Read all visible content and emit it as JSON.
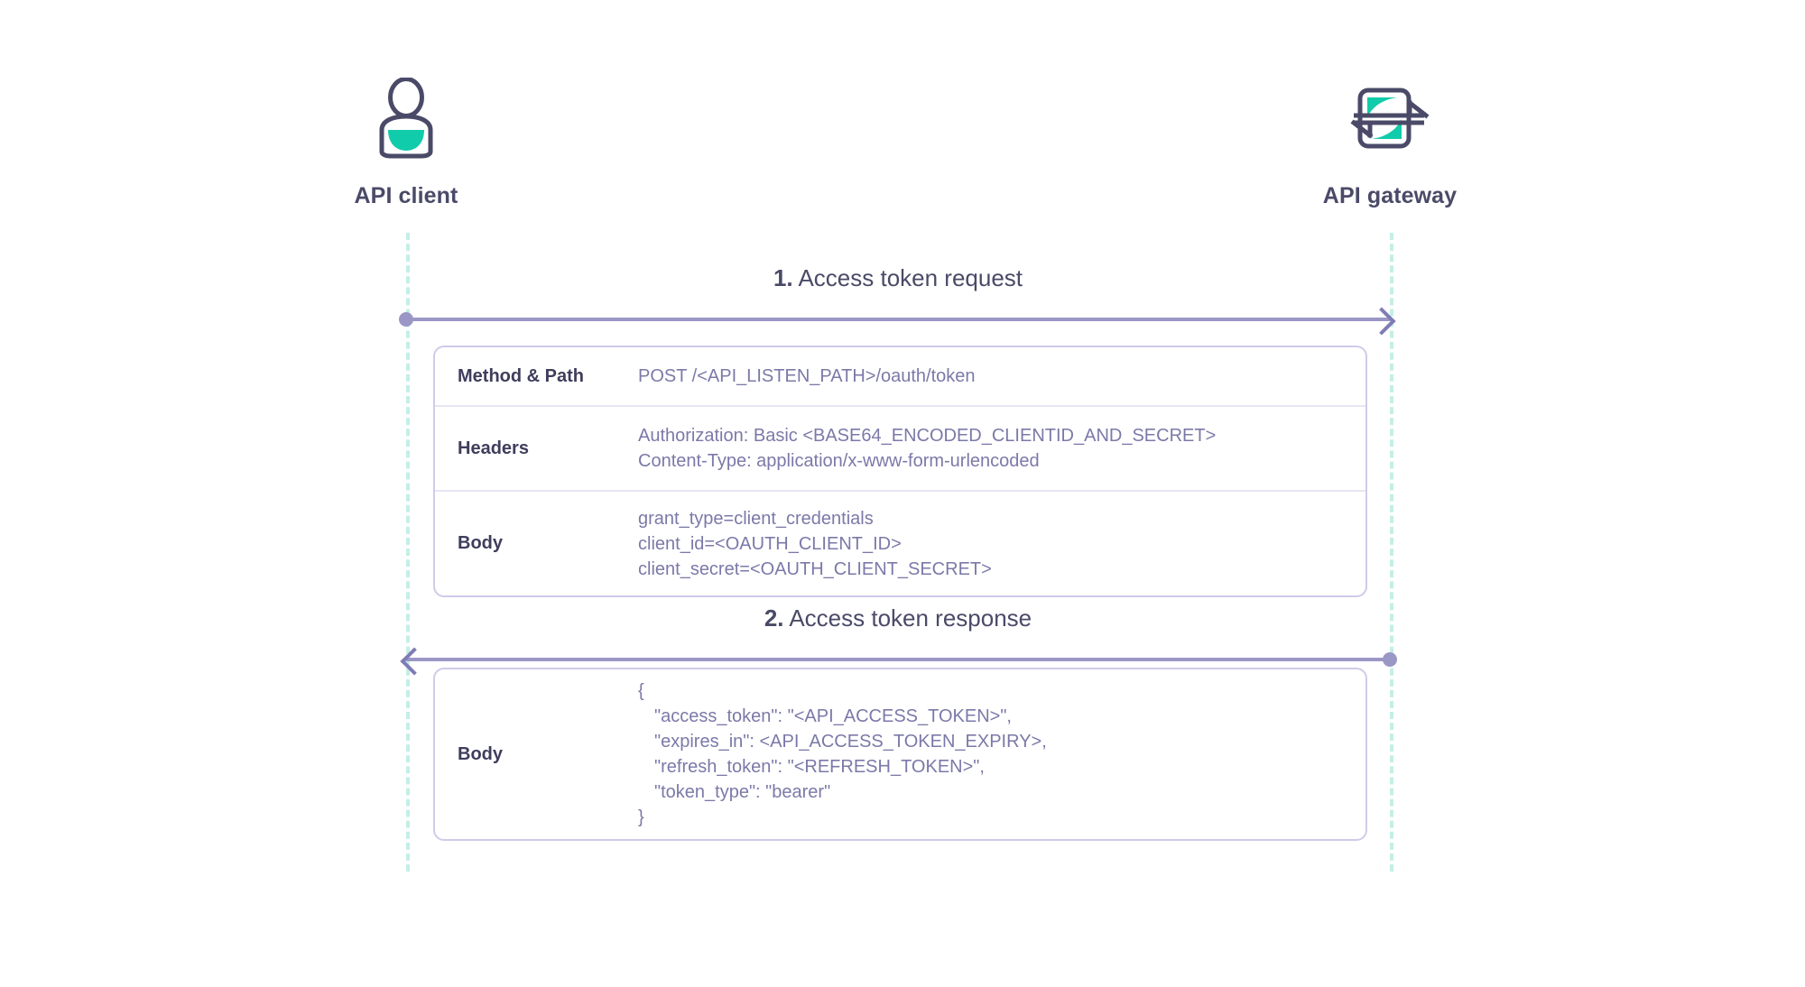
{
  "actors": [
    {
      "id": "api-client",
      "label": "API client",
      "icon": "user-icon"
    },
    {
      "id": "api-gateway",
      "label": "API gateway",
      "icon": "gateway-icon"
    }
  ],
  "colors": {
    "teal": "#11ccaa",
    "navy": "#4a4a68",
    "purple_line": "#9a97c6",
    "lifeline": "#c4efe6",
    "table_border": "#cfcbe8",
    "value_text": "#7b79a8"
  },
  "steps": [
    {
      "number": "1.",
      "title": "Access token request",
      "direction": "client-to-gateway",
      "rows": [
        {
          "key": "Method & Path",
          "lines": [
            "POST /<API_LISTEN_PATH>/oauth/token"
          ]
        },
        {
          "key": "Headers",
          "lines": [
            "Authorization: Basic <BASE64_ENCODED_CLIENTID_AND_SECRET>",
            "Content-Type: application/x-www-form-urlencoded"
          ]
        },
        {
          "key": "Body",
          "lines": [
            "grant_type=client_credentials",
            "client_id=<OAUTH_CLIENT_ID>",
            "client_secret=<OAUTH_CLIENT_SECRET>"
          ]
        }
      ]
    },
    {
      "number": "2.",
      "title": "Access token response",
      "direction": "gateway-to-client",
      "rows": [
        {
          "key": "Body",
          "lines": [
            "{",
            "\"access_token\": \"<API_ACCESS_TOKEN>\",",
            "\"expires_in\": <API_ACCESS_TOKEN_EXPIRY>,",
            "\"refresh_token\": \"<REFRESH_TOKEN>\",",
            "\"token_type\": \"bearer\"",
            "}"
          ]
        }
      ]
    }
  ]
}
